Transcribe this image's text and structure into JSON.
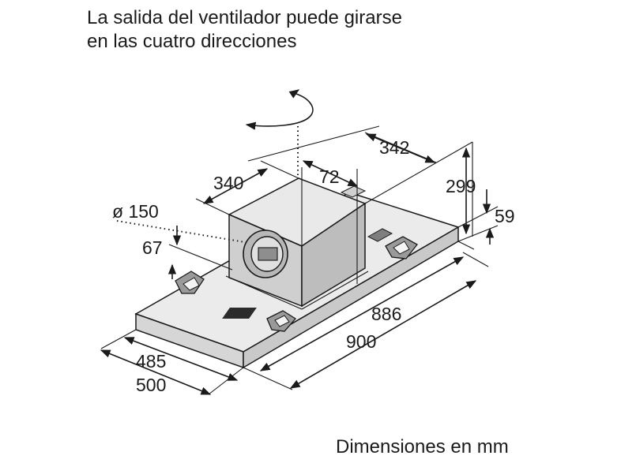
{
  "caption": {
    "line1": "La salida del ventilador puede girarse",
    "line2": "en las cuatro direcciones"
  },
  "dimensions": {
    "d342": "342",
    "d340": "340",
    "d72": "72",
    "d299": "299",
    "d59": "59",
    "d150": "ø 150",
    "d67": "67",
    "d886": "886",
    "d900": "900",
    "d485": "485",
    "d500": "500"
  },
  "footer": "Dimensiones en mm",
  "colors": {
    "line": "#1a1a1a",
    "panel_top": "#e6e6e6",
    "panel_side": "#cfcfcf",
    "box": "#dcdcdc"
  }
}
